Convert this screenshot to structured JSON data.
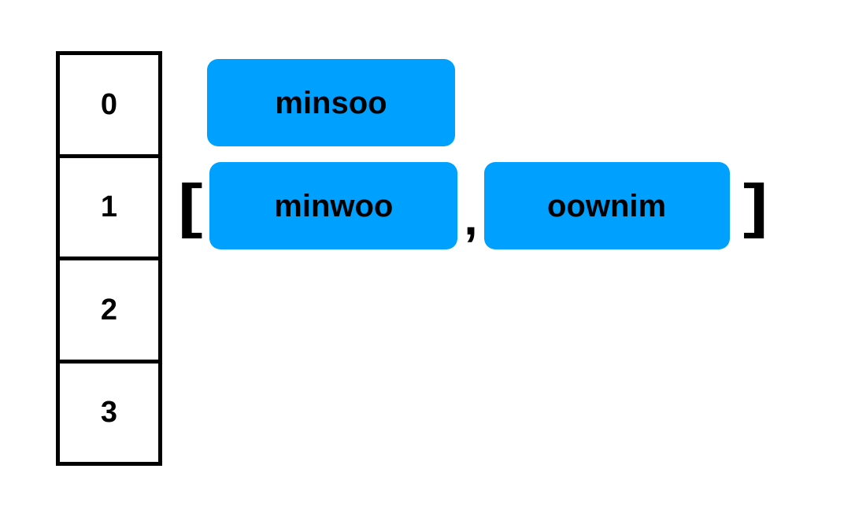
{
  "diagram": {
    "type": "hash-table-buckets",
    "background_color": "#ffffff",
    "chip_color": "#00a0ff",
    "border_color": "#000000",
    "text_color": "#000000"
  },
  "index_column": {
    "name": "index-column",
    "cells": [
      {
        "label": "0"
      },
      {
        "label": "1"
      },
      {
        "label": "2"
      },
      {
        "label": "3"
      }
    ]
  },
  "rows": [
    {
      "index": "0",
      "has_brackets": false,
      "open_bracket": "",
      "close_bracket": "",
      "separator": "",
      "values": [
        {
          "label": "minsoo"
        }
      ]
    },
    {
      "index": "1",
      "has_brackets": true,
      "open_bracket": "[",
      "close_bracket": "]",
      "separator": ",",
      "values": [
        {
          "label": "minwoo"
        },
        {
          "label": "oownim"
        }
      ]
    },
    {
      "index": "2",
      "has_brackets": false,
      "open_bracket": "",
      "close_bracket": "",
      "separator": "",
      "values": []
    },
    {
      "index": "3",
      "has_brackets": false,
      "open_bracket": "",
      "close_bracket": "",
      "separator": "",
      "values": []
    }
  ]
}
